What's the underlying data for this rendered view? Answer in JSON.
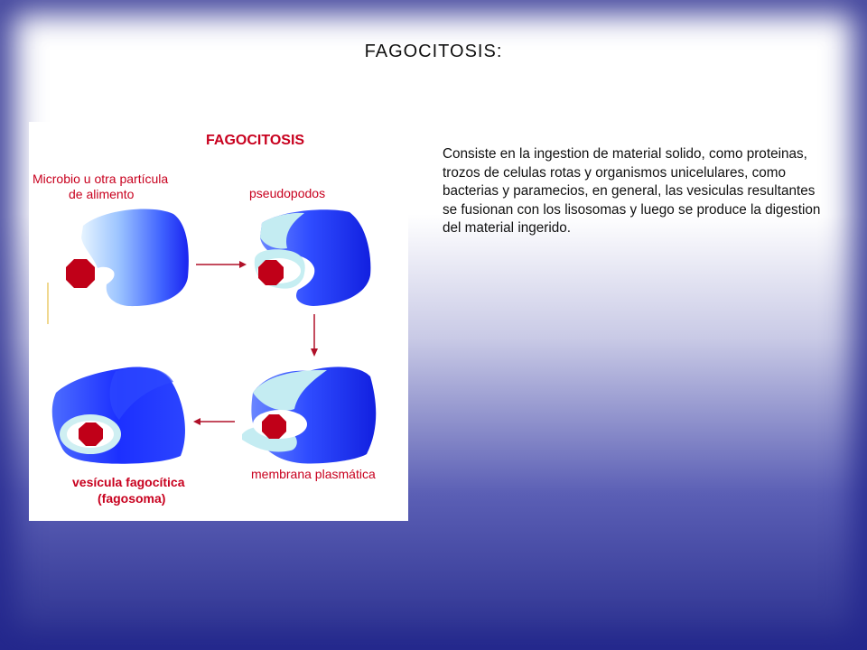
{
  "slide": {
    "title": "FAGOCITOSIS:",
    "description": "Consiste en la ingestion de material solido, como proteinas, trozos de celulas rotas y organismos unicelulares, como bacterias y paramecios, en general, las vesiculas resultantes se fusionan con los lisosomas y luego se produce la digestion del material ingerido."
  },
  "figure": {
    "heading": "FAGOCITOSIS",
    "label_microbe_line1": "Microbio u otra partícula",
    "label_microbe_line2": "de alimento",
    "label_pseudopodos": "pseudopodos",
    "label_membrana": "membrana plasmática",
    "label_vesicula_line1": "vesícula fagocítica",
    "label_vesicula_line2": "(fagosoma)",
    "colors": {
      "heading": "#c8001e",
      "labels": "#c8001e",
      "particle": "#c00018",
      "arrows": "#b01028",
      "cell_dark": "#1c2cff",
      "cell_light": "#d6f2f4"
    }
  }
}
